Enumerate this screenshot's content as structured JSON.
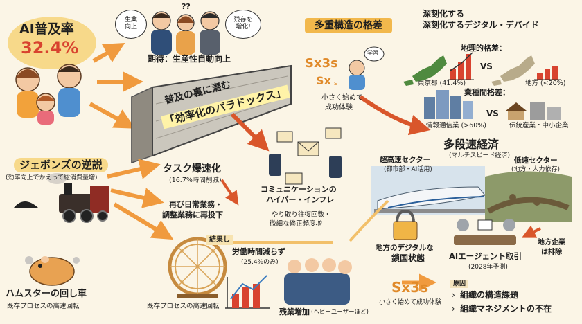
{
  "ai_rate": {
    "title": "AI普及率",
    "value": "32.4%"
  },
  "bubbles": {
    "productivity": "生業\n向上",
    "question": "??",
    "overtime": "残存を\n増化!"
  },
  "expectation": "期待：生産性自動向上",
  "wall": {
    "line1": "普及の裏に潜む",
    "line2": "「効率化のパラドックス」"
  },
  "jevons": {
    "title": "ジェボンズの逆説",
    "sub": "(効率向上でかえって総消費量増)"
  },
  "task": {
    "title": "タスク爆速化",
    "sub": "(16.7%時間削減)",
    "reinvest_1": "再び日常業務・",
    "reinvest_2": "調整業務に再投下"
  },
  "comm": {
    "title_1": "コミュニケーションの",
    "title_2": "ハイパー・インフレ",
    "sub_1": "やり取り往復回数・",
    "sub_2": "微細な修正頻度増"
  },
  "hamster": {
    "title": "ハムスターの回し車",
    "sub": "既存プロセスの高速回転",
    "wheel_caption": "既存プロセスの高速回転"
  },
  "result": {
    "label": "結果し",
    "title": "労働時間減らず",
    "sub": "(25.4%のみ)",
    "overtime": "残業増加",
    "overtime_sub": "(ヘビーユーザーほど)"
  },
  "divide": {
    "header": "多重構造の格差",
    "title_1": "深刻化する",
    "title_2": "深刻化するデジタル・デバイド"
  },
  "sx": {
    "logo_1": "Sx3s",
    "logo_2": "Sx",
    "logo_2_sub": "s",
    "speech": "学習",
    "caption_1": "小さく始めて",
    "caption_2": "成功体験"
  },
  "geo": {
    "title": "地理的格差：",
    "tokyo": "東京都 (41.4%)",
    "vs": "VS",
    "local": "地方 (<20%)"
  },
  "industry": {
    "title": "業種間格差：",
    "it": "情報通信業 (>60%)",
    "vs": "VS",
    "trad": "伝統産業・中小企業"
  },
  "multi": {
    "title": "多段速経済",
    "sub": "(マルチスピード経済)"
  },
  "sectors": {
    "fast": "超高速セクター",
    "fast_sub": "(都市部・AI活用)",
    "slow": "低速セクター",
    "slow_sub": "(地方・人力依存)"
  },
  "lock": {
    "line1": "地方のデジタルな",
    "line2": "鎖国状態"
  },
  "agent": {
    "title": "AIエージェント取引",
    "sub": "(2028年予測)",
    "exclude_1": "地方企業",
    "exclude_2": "は排除"
  },
  "sx_bottom": {
    "logo": "Sx3s",
    "caption": "小さく始めて成功体験"
  },
  "causes": {
    "label": "原因",
    "items": [
      "組織の構造課題",
      "組織マネジメントの不在"
    ]
  },
  "colors": {
    "accent_orange": "#f0a04b",
    "arrow_red": "#d9562b",
    "cream": "#fbf5e6",
    "yellow_pill": "#f7d98a",
    "bar_red": "#d8432f"
  }
}
